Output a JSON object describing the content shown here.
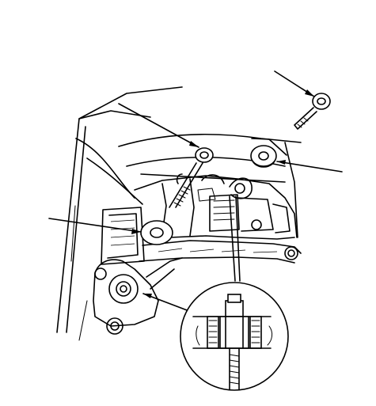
{
  "diagram": {
    "callout_lines": [
      {
        "name": "leader-upper-bolt"
      },
      {
        "name": "leader-upper-left-bolt"
      },
      {
        "name": "leader-right-washer"
      },
      {
        "name": "leader-left-mount"
      },
      {
        "name": "leader-lower-mount"
      }
    ],
    "parts": [
      {
        "name": "long-bolt"
      },
      {
        "name": "flange-washer"
      },
      {
        "name": "mount-bushing-upper"
      },
      {
        "name": "mount-bushing-left"
      },
      {
        "name": "mount-bushing-lower"
      },
      {
        "name": "detail-inset-bushing-cross-section"
      }
    ]
  }
}
